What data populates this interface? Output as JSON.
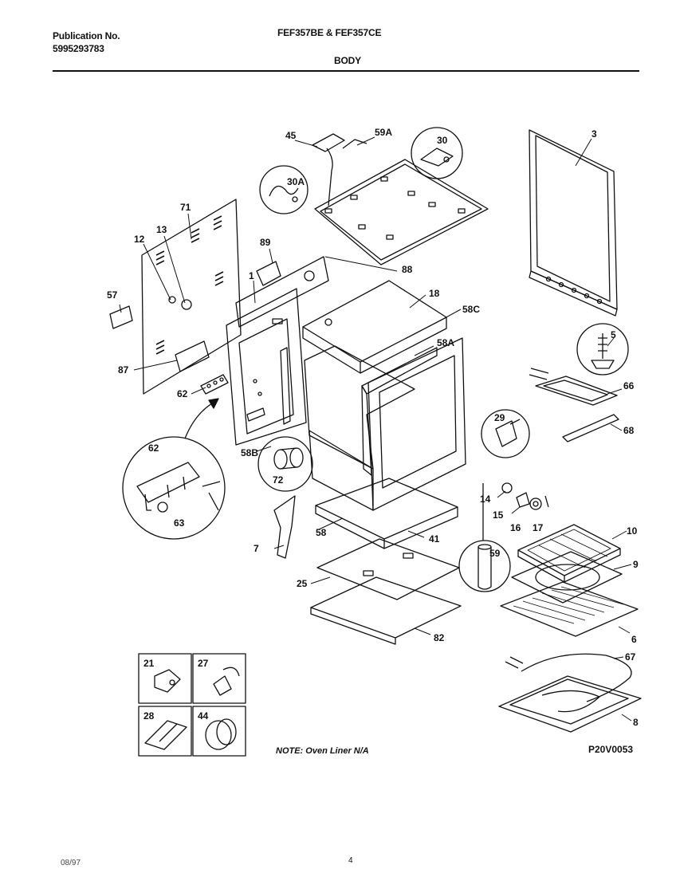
{
  "header": {
    "publication_label": "Publication No.",
    "publication_number": "5995293783",
    "model": "FEF357BE & FEF357CE",
    "section": "BODY"
  },
  "callouts": [
    "45",
    "59A",
    "30",
    "3",
    "30A",
    "71",
    "12",
    "13",
    "89",
    "88",
    "1",
    "57",
    "18",
    "58C",
    "5",
    "87",
    "58A",
    "66",
    "62",
    "29",
    "68",
    "58B",
    "72",
    "62",
    "63",
    "14",
    "15",
    "16",
    "17",
    "10",
    "7",
    "58",
    "41",
    "59",
    "9",
    "25",
    "6",
    "82",
    "67",
    "8",
    "21",
    "27",
    "28",
    "44"
  ],
  "note": "NOTE: Oven Liner N/A",
  "diagram_code": "P20V0053",
  "footer": {
    "page": "4",
    "date": "08/97"
  }
}
